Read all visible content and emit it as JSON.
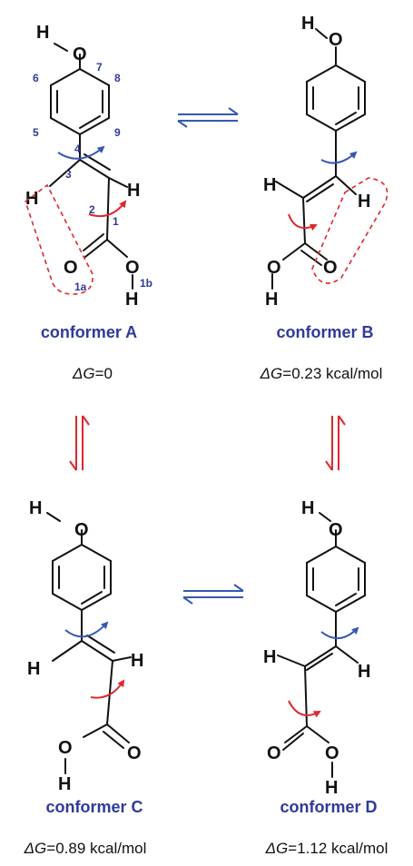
{
  "conformers": [
    {
      "id": "A",
      "label": "conformer A",
      "energy_symbol": "ΔG",
      "energy_value": "=0"
    },
    {
      "id": "B",
      "label": "conformer B",
      "energy_symbol": "ΔG",
      "energy_value": "=0.23 kcal/mol"
    },
    {
      "id": "C",
      "label": "conformer C",
      "energy_symbol": "ΔG",
      "energy_value": "=0.89 kcal/mol"
    },
    {
      "id": "D",
      "label": "conformer D",
      "energy_symbol": "ΔG",
      "energy_value": "=1.12 kcal/mol"
    }
  ],
  "atoms": {
    "hydrogen": "H",
    "oxygen": "O"
  },
  "atom_numbers": [
    "1",
    "2",
    "3",
    "4",
    "5",
    "6",
    "7",
    "8",
    "9"
  ],
  "subscripts": {
    "o1a": "1a",
    "o1b": "1b"
  },
  "colors": {
    "bond": "#111111",
    "label_blue": "#2f3a9a",
    "rotation_blue": "#3557b5",
    "rotation_red": "#e0262b",
    "highlight_dashed": "#e0262b",
    "equilibrium_blue": "#3557b5",
    "equilibrium_red": "#e0262b"
  }
}
